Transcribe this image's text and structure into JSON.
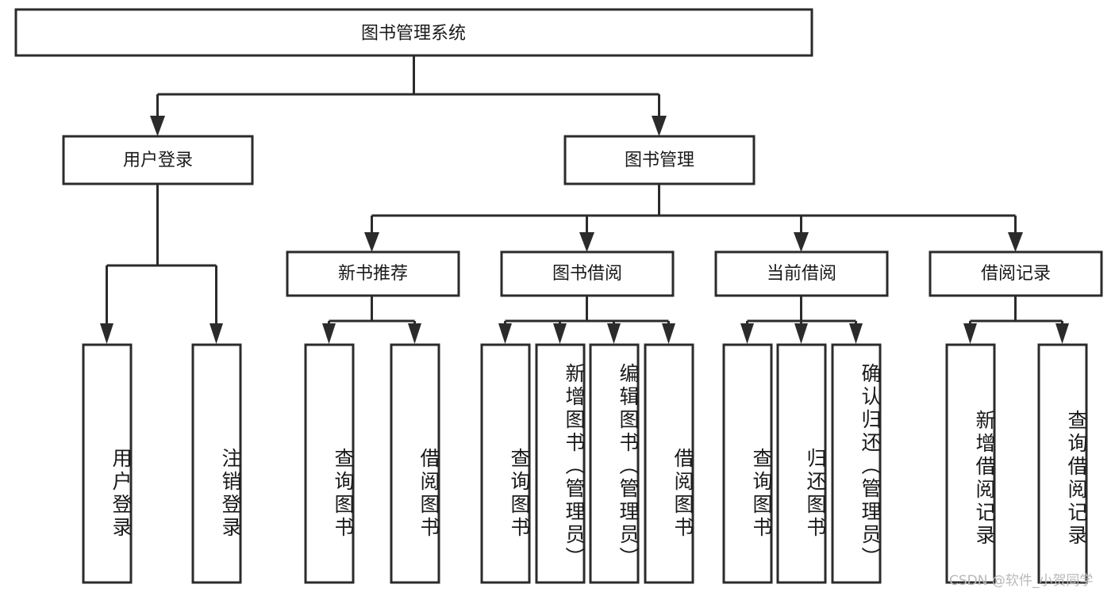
{
  "diagram": {
    "title": "图书管理系统",
    "type": "hierarchy-tree",
    "root": {
      "label": "图书管理系统",
      "orientation": "horizontal"
    },
    "level2": [
      {
        "label": "用户登录",
        "orientation": "horizontal"
      },
      {
        "label": "图书管理",
        "orientation": "horizontal"
      }
    ],
    "level3": [
      {
        "label": "新书推荐",
        "orientation": "horizontal"
      },
      {
        "label": "图书借阅",
        "orientation": "horizontal"
      },
      {
        "label": "当前借阅",
        "orientation": "horizontal"
      },
      {
        "label": "借阅记录",
        "orientation": "horizontal"
      }
    ],
    "leaves": {
      "user_login": [
        {
          "label": "用户登录",
          "orientation": "vertical"
        },
        {
          "label": "注销登录",
          "orientation": "vertical"
        }
      ],
      "new_book_recommend": [
        {
          "label": "查询图书",
          "orientation": "vertical"
        },
        {
          "label": "借阅图书",
          "orientation": "vertical"
        }
      ],
      "book_borrow": [
        {
          "label": "查询图书",
          "orientation": "vertical"
        },
        {
          "label": "新增图书（管理员）",
          "orientation": "vertical"
        },
        {
          "label": "编辑图书（管理员）",
          "orientation": "vertical"
        },
        {
          "label": "借阅图书",
          "orientation": "vertical"
        }
      ],
      "current_borrow": [
        {
          "label": "查询图书",
          "orientation": "vertical"
        },
        {
          "label": "归还图书",
          "orientation": "vertical"
        },
        {
          "label": "确认归还（管理员）",
          "orientation": "vertical"
        }
      ],
      "borrow_record": [
        {
          "label": "新增借阅记录",
          "orientation": "vertical"
        },
        {
          "label": "查询借阅记录",
          "orientation": "vertical"
        }
      ]
    }
  },
  "watermark": {
    "text": "CSDN @软件_小贺同学"
  },
  "colors": {
    "background": "#ffffff",
    "box_fill": "#ffffff",
    "box_stroke": "#2b2b2b",
    "text": "#1a1a1a",
    "watermark": "#b9b9b9"
  }
}
